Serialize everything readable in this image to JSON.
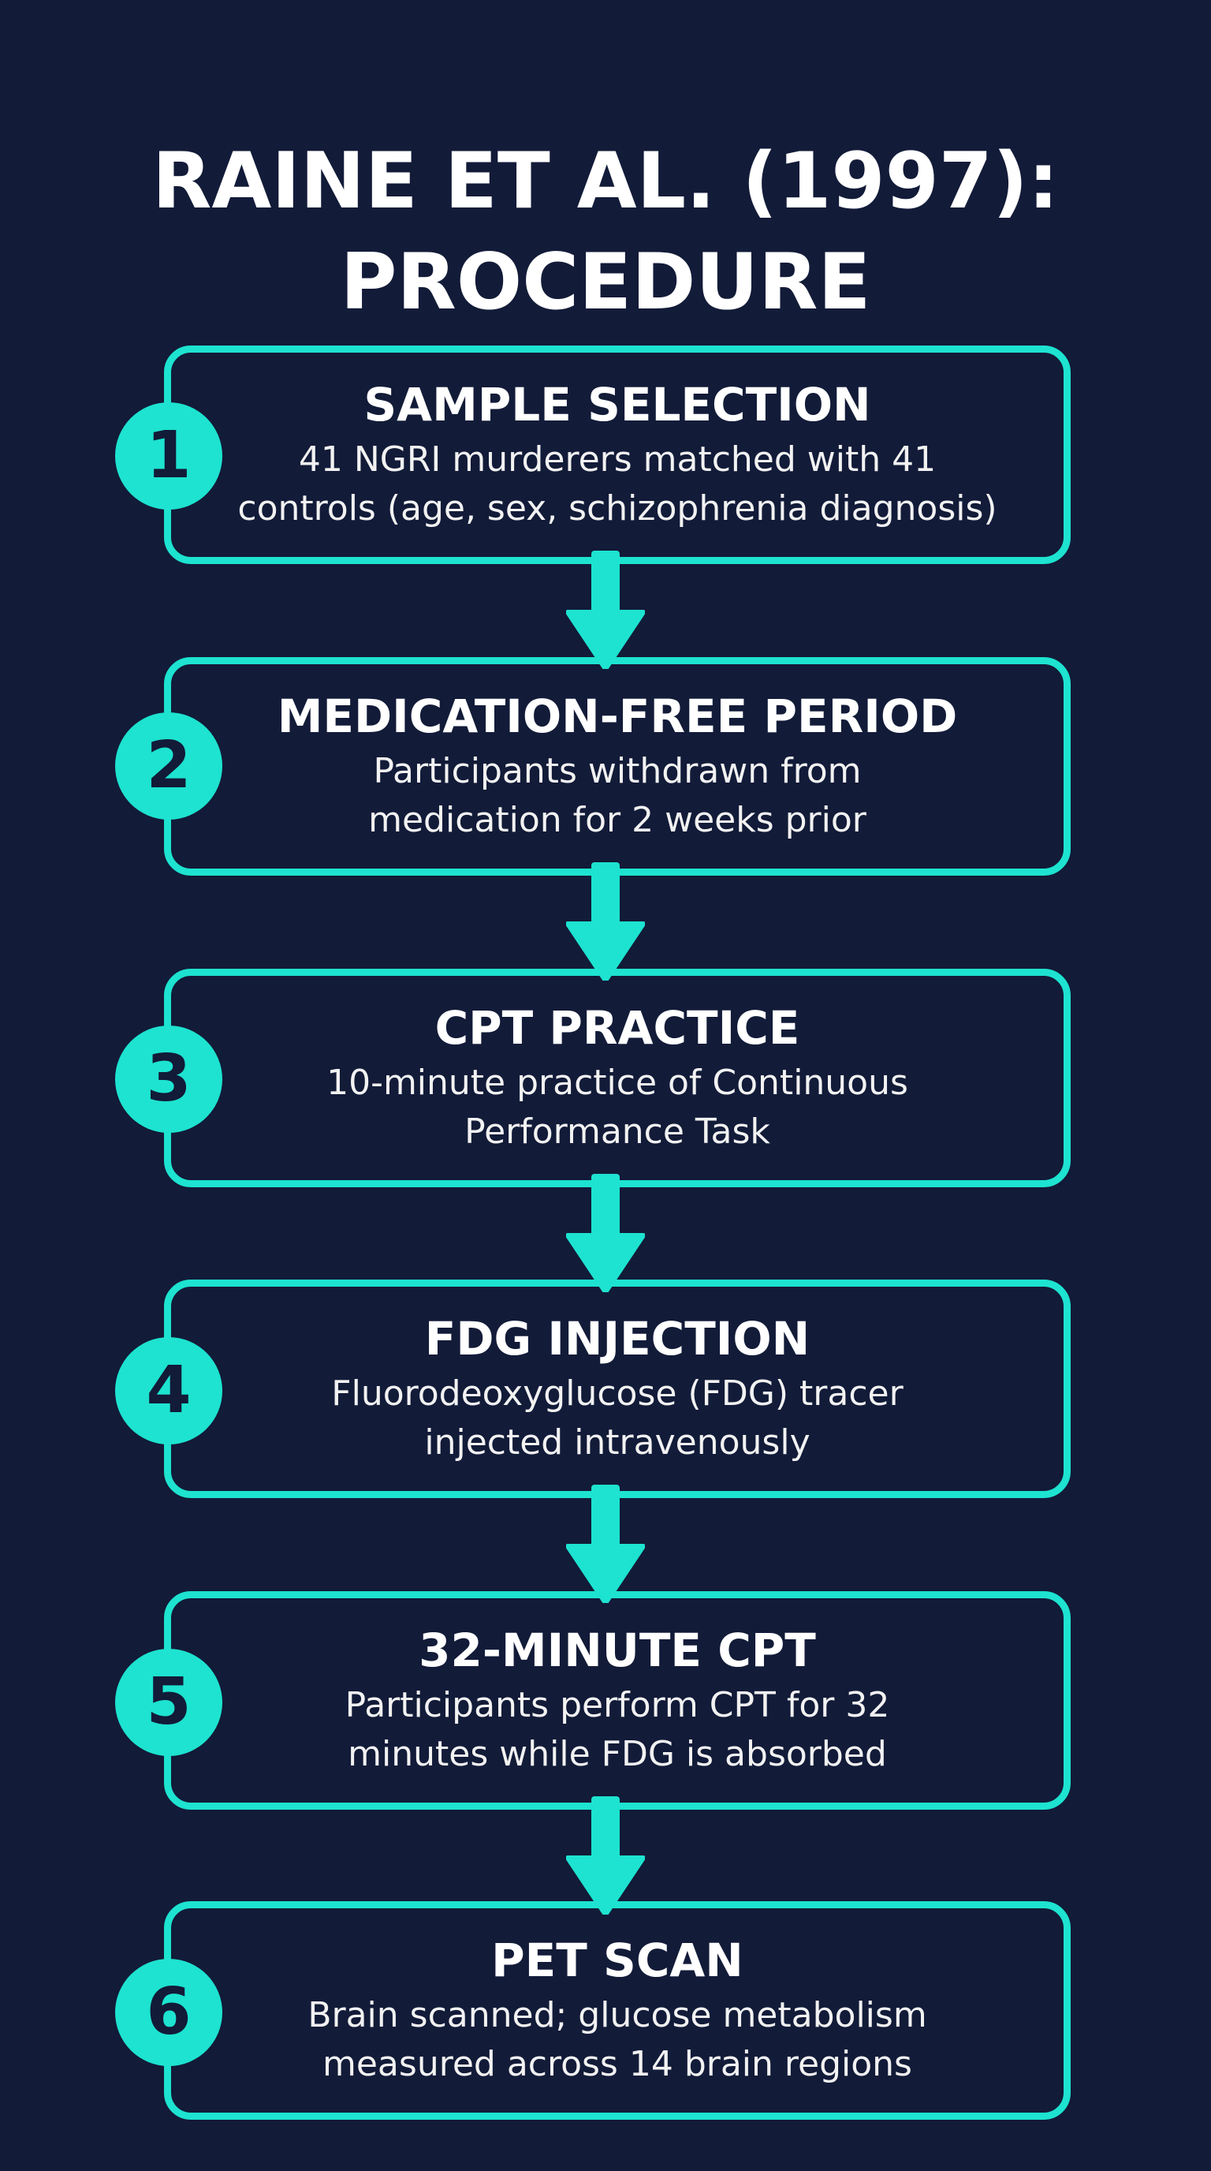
{
  "title": {
    "line1": "RAINE ET AL. (1997):",
    "line2": "PROCEDURE"
  },
  "colors": {
    "background": "#121b38",
    "accent": "#1de3d0",
    "text": "#ffffff"
  },
  "steps": [
    {
      "number": "1",
      "heading": "SAMPLE SELECTION",
      "desc_lines": [
        "41 NGRI murderers matched with 41",
        "controls (age, sex, schizophrenia diagnosis)"
      ]
    },
    {
      "number": "2",
      "heading": "MEDICATION-FREE PERIOD",
      "desc_lines": [
        "Participants withdrawn from",
        "medication for 2 weeks prior"
      ]
    },
    {
      "number": "3",
      "heading": "CPT PRACTICE",
      "desc_lines": [
        "10-minute practice of Continuous",
        "Performance Task"
      ]
    },
    {
      "number": "4",
      "heading": "FDG INJECTION",
      "desc_lines": [
        "Fluorodeoxyglucose (FDG) tracer",
        "injected intravenously"
      ]
    },
    {
      "number": "5",
      "heading": "32-MINUTE CPT",
      "desc_lines": [
        "Participants perform CPT for 32",
        "minutes while FDG is absorbed"
      ]
    },
    {
      "number": "6",
      "heading": "PET SCAN",
      "desc_lines": [
        "Brain scanned; glucose metabolism",
        "measured across 14 brain regions"
      ]
    }
  ],
  "connectors": [
    {
      "from": "1",
      "to": "2",
      "icon": "down-arrow-icon"
    },
    {
      "from": "2",
      "to": "3",
      "icon": "down-arrow-icon"
    },
    {
      "from": "3",
      "to": "4",
      "icon": "down-arrow-icon"
    },
    {
      "from": "4",
      "to": "5",
      "icon": "down-arrow-icon"
    },
    {
      "from": "5",
      "to": "6",
      "icon": "down-arrow-icon"
    }
  ]
}
